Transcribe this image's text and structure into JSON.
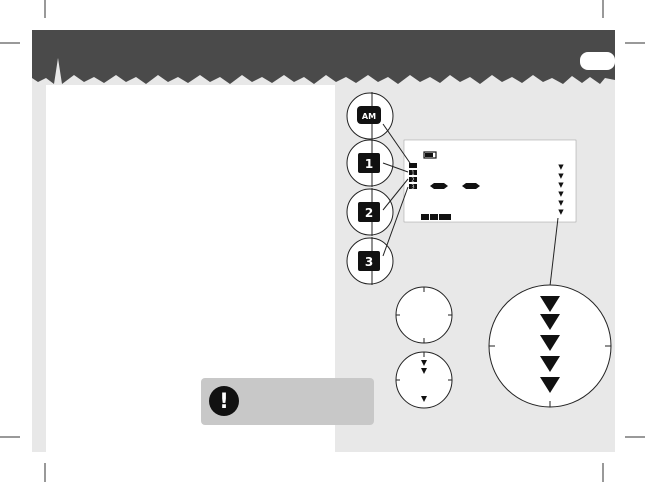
{
  "callout": {
    "icon": "exclamation-icon",
    "symbol": "!"
  },
  "badges": [
    {
      "label": "AM"
    },
    {
      "label": "1"
    },
    {
      "label": "2"
    },
    {
      "label": "3"
    }
  ],
  "lcd": {
    "row_labels": [
      "1",
      "2",
      "3"
    ],
    "level_marker": "▼"
  },
  "zoom_circles": {
    "arrows_count": 5
  },
  "colors": {
    "banner": "#4a4a4a",
    "panel": "#e8e8e8",
    "callout_bg": "#c8c8c8",
    "ink": "#111111"
  }
}
